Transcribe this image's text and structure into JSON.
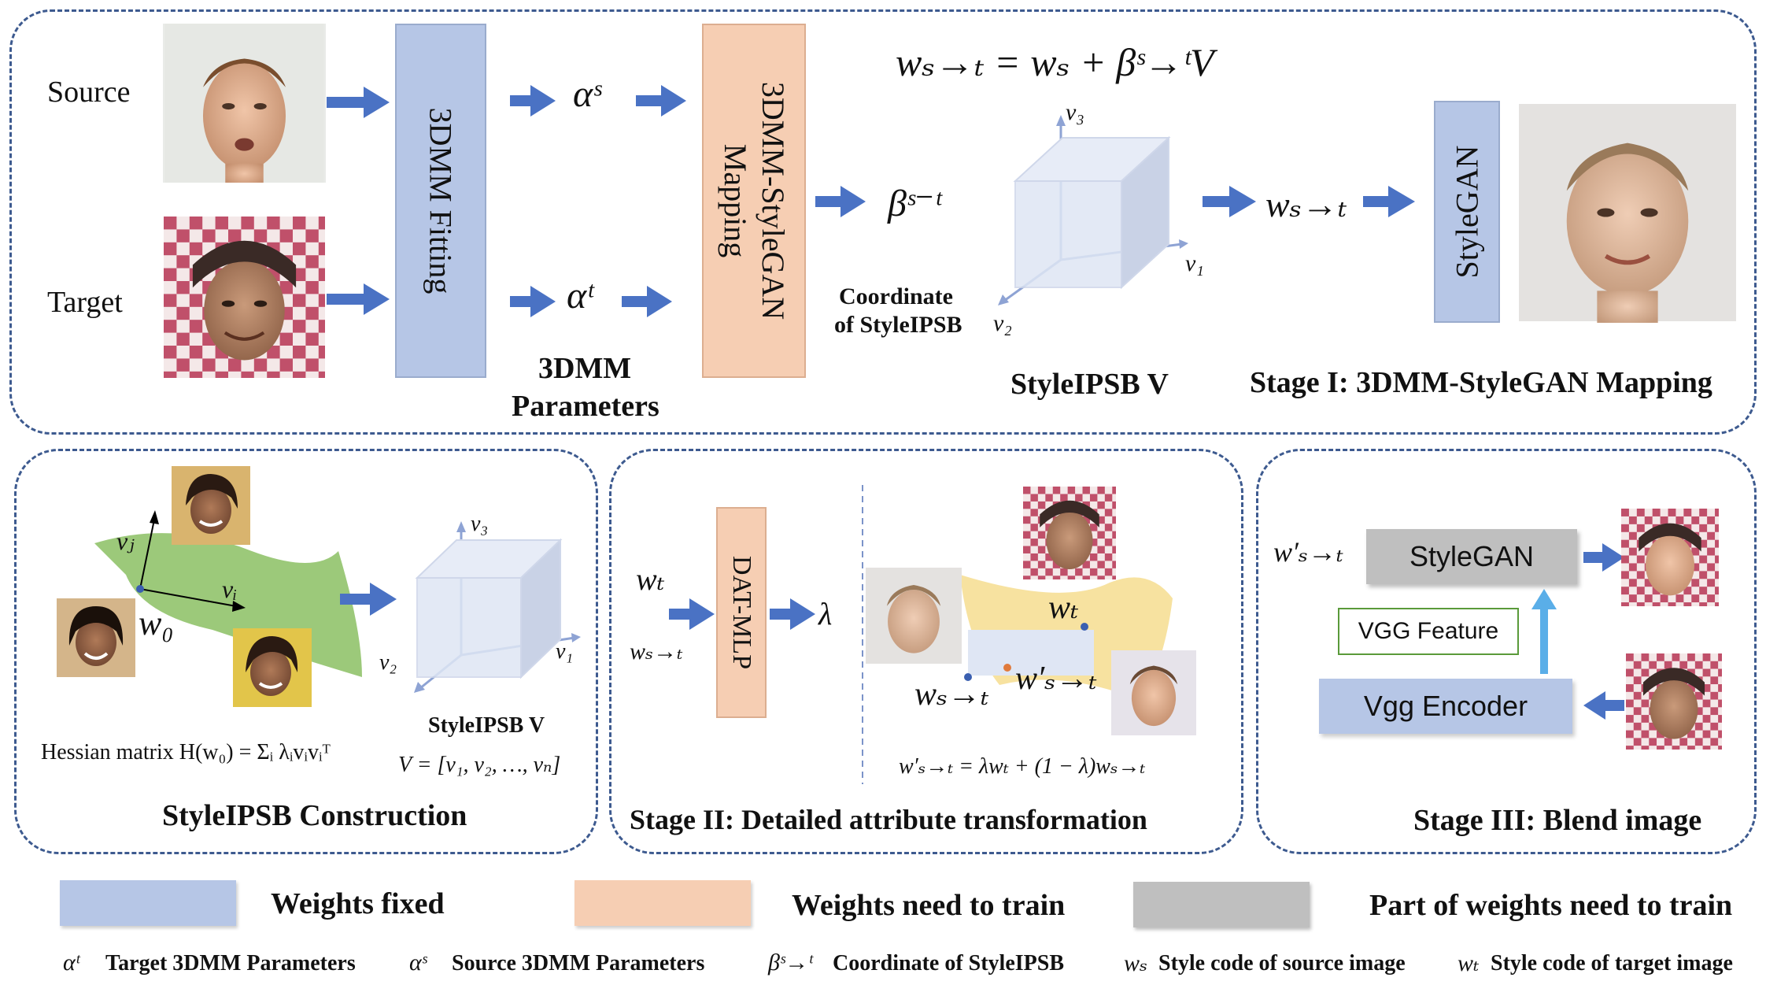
{
  "stage1": {
    "source_label": "Source",
    "target_label": "Target",
    "fitting_block": "3DMM Fitting",
    "alpha_s": "αˢ",
    "alpha_t": "αᵗ",
    "params_label_1": "3DMM",
    "params_label_2": "Parameters",
    "mapping_block_1": "3DMM-StyleGAN",
    "mapping_block_2": "Mapping",
    "beta": "βˢ⁻ᵗ",
    "coord_label_1": "Coordinate",
    "coord_label_2": "of StyleIPSB",
    "equation": "wₛ→ₜ = wₛ + βˢ→ᵗV",
    "v1": "v₁",
    "v2": "v₂",
    "v3": "v₃",
    "space_label": "StyleIPSB V",
    "w_st": "wₛ→ₜ",
    "stylegan_block": "StyleGAN",
    "title": "Stage I: 3DMM-StyleGAN Mapping"
  },
  "construction": {
    "vj": "vⱼ",
    "vi": "vᵢ",
    "w0": "w₀",
    "v1": "v₁",
    "v2": "v₂",
    "v3": "v₃",
    "space_label": "StyleIPSB V",
    "hessian": "Hessian matrix H(w₀) = Σᵢ λᵢvᵢvᵢᵀ",
    "v_def": "V = [v₁, v₂, …, vₙ]",
    "title": "StyleIPSB Construction"
  },
  "stage2": {
    "wt": "wₜ",
    "w_st": "wₛ→ₜ",
    "mlp_block": "DAT-MLP",
    "lambda": "λ",
    "wt_plane": "wₜ",
    "w_st_plane": "wₛ→ₜ",
    "w_prime": "w′ₛ→ₜ",
    "blend_eq": "w′ₛ→ₜ = λwₜ + (1 − λ)wₛ→ₜ",
    "title": "Stage II: Detailed attribute transformation"
  },
  "stage3": {
    "w_prime": "w′ₛ→ₜ",
    "stylegan_block": "StyleGAN",
    "vgg_feature": "VGG Feature",
    "vgg_encoder": "Vgg Encoder",
    "title": "Stage III: Blend image"
  },
  "legend": {
    "fixed": "Weights fixed",
    "train": "Weights need to train",
    "partial": "Part of weights need to train",
    "colors": {
      "fixed": "#b6c6e6",
      "train": "#f6ceb3",
      "partial": "#bfbfbf"
    }
  },
  "glossary": [
    {
      "sym": "αᵗ",
      "text": "Target 3DMM Parameters"
    },
    {
      "sym": "αˢ",
      "text": "Source 3DMM Parameters"
    },
    {
      "sym": "βˢ→ᵗ",
      "text": "Coordinate of StyleIPSB"
    },
    {
      "sym": "wₛ",
      "text": "Style code of source image"
    },
    {
      "sym": "wₜ",
      "text": "Style code of target image"
    }
  ],
  "colors": {
    "arrow": "#4a72c4",
    "panel_border": "#3d5a8f",
    "leaf": "#9cc97a",
    "plane": "#f7e2a0"
  }
}
